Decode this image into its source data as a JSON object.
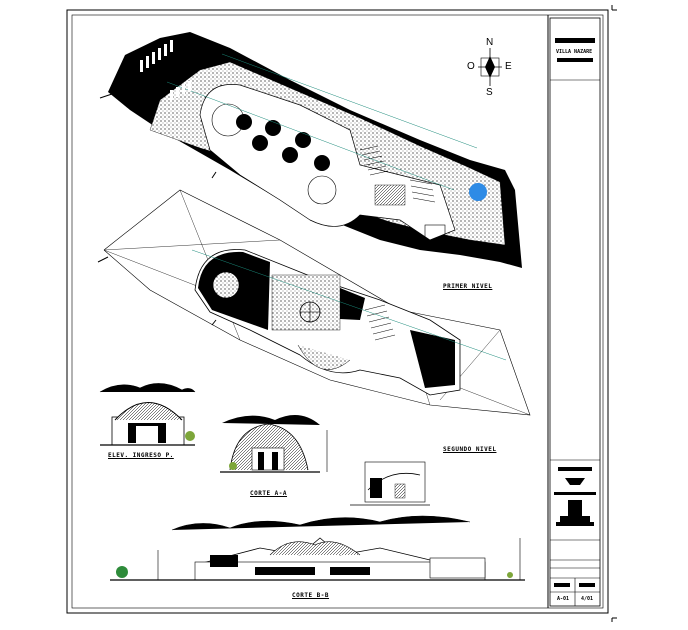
{
  "drawing": {
    "compass": {
      "north": "N",
      "south": "S",
      "east": "E",
      "west": "O"
    },
    "labels": {
      "primer_nivel": "PRIMER NIVEL",
      "segundo_nivel": "SEGUNDO NIVEL",
      "elevacion": "ELEV. INGRESO P.",
      "corte_aa": "CORTE A-A",
      "corte_bb": "CORTE B-B"
    },
    "title_block": {
      "project": "VILLA NAZARE",
      "sheet_code_1": "A-01",
      "sheet_code_2": "4/01"
    }
  }
}
